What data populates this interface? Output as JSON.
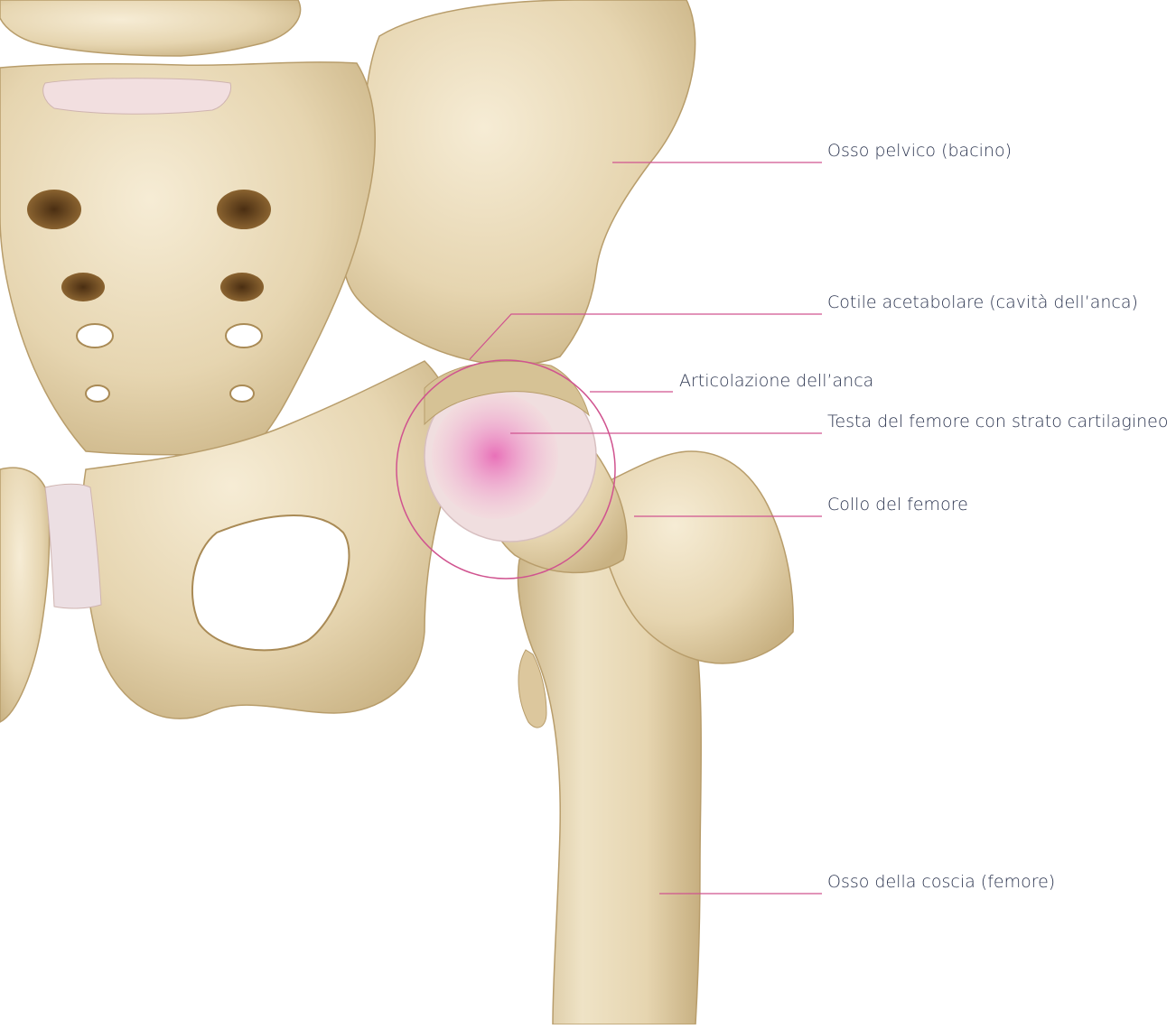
{
  "figure": {
    "colors": {
      "background": "#ffffff",
      "bone": "#e6d5b0",
      "bone_shadow": "#c9b283",
      "bone_highlight": "#f6ecd5",
      "cartilage": "#f0dedf",
      "leader_line": "#d0538f",
      "highlight_glow": "#e86bb6",
      "label_text": "#2c3550"
    },
    "labels": {
      "pelvic_bone": "Osso pelvico (bacino)",
      "acetabulum": "Cotile acetabolare (cavità dell’anca)",
      "hip_joint": "Articolazione dell’anca",
      "femoral_head": "Testa del femore con strato cartilagineo",
      "femoral_neck": "Collo del femore",
      "thigh_bone": "Osso della coscia (femore)"
    }
  }
}
